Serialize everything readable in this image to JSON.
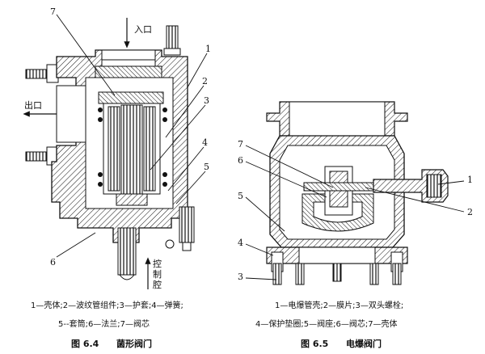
{
  "fig_left": {
    "inlet_label": "入口",
    "outlet_label": "出口",
    "control_label": "控制腔",
    "parts": {
      "n1": "1",
      "n2": "2",
      "n3": "3",
      "n4": "4",
      "n5": "5",
      "n6": "6",
      "n7": "7"
    },
    "legend_line1": "1—壳体;2—波纹管组件;3—护套;4—弹簧;",
    "legend_line2": "5--套筒;6—法兰;7—阀芯",
    "figure_number": "图 6.4",
    "figure_title": "菌形阀门"
  },
  "fig_right": {
    "parts": {
      "n1": "1",
      "n2": "2",
      "n3": "3",
      "n4": "4",
      "n5": "5",
      "n6": "6",
      "n7": "7"
    },
    "legend_line1": "1—电爆管壳;2—膜片;3—双头螺栓;",
    "legend_line2": "4—保护垫圈;5—阀座;6—阀芯;7—壳体",
    "figure_number": "图 6.5",
    "figure_title": "电爆阀门"
  }
}
